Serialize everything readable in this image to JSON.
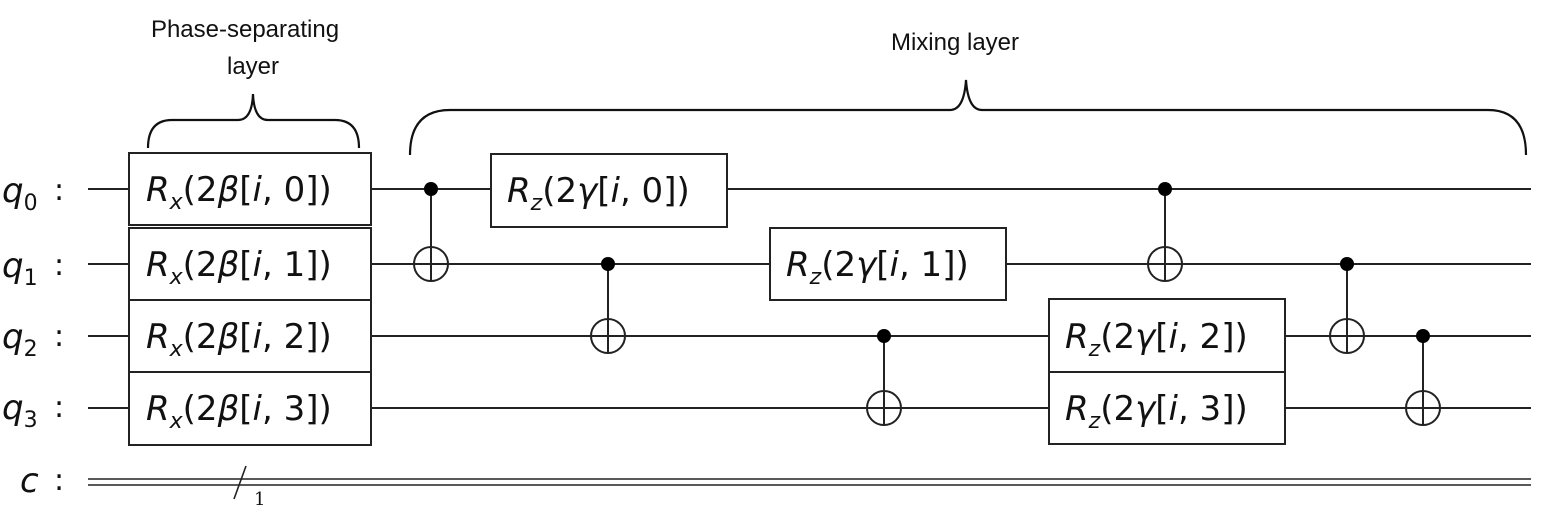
{
  "layer_labels": {
    "phase_separating_line1": "Phase-separating",
    "phase_separating_line2": "layer",
    "mixing": "Mixing layer"
  },
  "qubits": [
    {
      "name": "q",
      "sub": "0",
      "colon": ":"
    },
    {
      "name": "q",
      "sub": "1",
      "colon": ":"
    },
    {
      "name": "q",
      "sub": "2",
      "colon": ":"
    },
    {
      "name": "q",
      "sub": "3",
      "colon": ":"
    }
  ],
  "classical": {
    "name": "c",
    "colon": ":",
    "width_label": "1"
  },
  "rx_gates": [
    {
      "op": "R",
      "sub": "x",
      "open": "(2",
      "param": "β",
      "lb": "[",
      "i": "i",
      "idx": ", 0",
      "close": "])"
    },
    {
      "op": "R",
      "sub": "x",
      "open": "(2",
      "param": "β",
      "lb": "[",
      "i": "i",
      "idx": ", 1",
      "close": "])"
    },
    {
      "op": "R",
      "sub": "x",
      "open": "(2",
      "param": "β",
      "lb": "[",
      "i": "i",
      "idx": ", 2",
      "close": "])"
    },
    {
      "op": "R",
      "sub": "x",
      "open": "(2",
      "param": "β",
      "lb": "[",
      "i": "i",
      "idx": ", 3",
      "close": "])"
    }
  ],
  "rz_gates": [
    {
      "op": "R",
      "sub": "z",
      "open": "(2",
      "param": "γ",
      "lb": "[",
      "i": "i",
      "idx": ", 0",
      "close": "])"
    },
    {
      "op": "R",
      "sub": "z",
      "open": "(2",
      "param": "γ",
      "lb": "[",
      "i": "i",
      "idx": ", 1",
      "close": "])"
    },
    {
      "op": "R",
      "sub": "z",
      "open": "(2",
      "param": "γ",
      "lb": "[",
      "i": "i",
      "idx": ", 2",
      "close": "])"
    },
    {
      "op": "R",
      "sub": "z",
      "open": "(2",
      "param": "γ",
      "lb": "[",
      "i": "i",
      "idx": ", 3",
      "close": "])"
    }
  ],
  "cnots": [
    {
      "control": 0,
      "target": 1
    },
    {
      "control": 1,
      "target": 2
    },
    {
      "control": 2,
      "target": 3
    },
    {
      "control": 0,
      "target": 1
    },
    {
      "control": 1,
      "target": 2
    },
    {
      "control": 2,
      "target": 3
    }
  ]
}
